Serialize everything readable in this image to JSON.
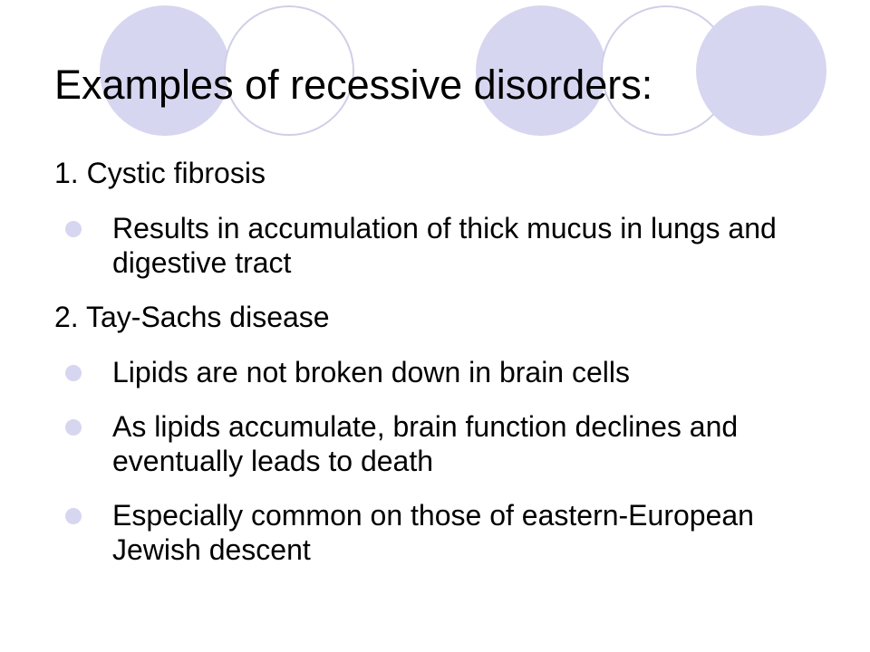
{
  "slide": {
    "title": "Examples of recessive disorders:",
    "accent_color": "#d6d6f0",
    "outline_color": "#cfcfe8",
    "items": [
      {
        "type": "heading",
        "text": "1. Cystic fibrosis"
      },
      {
        "type": "bullet",
        "text": "Results in accumulation of thick mucus in lungs and digestive tract"
      },
      {
        "type": "heading",
        "text": "2. Tay-Sachs disease"
      },
      {
        "type": "bullet",
        "text": "Lipids are not broken down in brain cells"
      },
      {
        "type": "bullet",
        "text": "As lipids accumulate, brain function declines and eventually leads to death"
      },
      {
        "type": "bullet",
        "text": "Especially common on those of eastern-European Jewish descent"
      }
    ]
  }
}
